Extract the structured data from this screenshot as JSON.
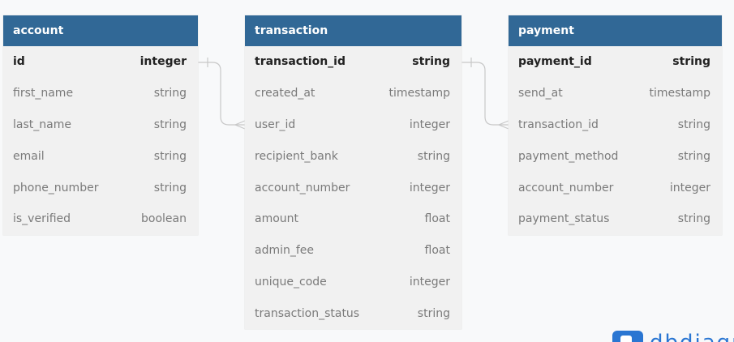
{
  "tables": [
    {
      "name": "account",
      "fields": [
        {
          "name": "id",
          "type": "integer",
          "pk": true
        },
        {
          "name": "first_name",
          "type": "string"
        },
        {
          "name": "last_name",
          "type": "string"
        },
        {
          "name": "email",
          "type": "string"
        },
        {
          "name": "phone_number",
          "type": "string"
        },
        {
          "name": "is_verified",
          "type": "boolean"
        }
      ]
    },
    {
      "name": "transaction",
      "fields": [
        {
          "name": "transaction_id",
          "type": "string",
          "pk": true
        },
        {
          "name": "created_at",
          "type": "timestamp"
        },
        {
          "name": "user_id",
          "type": "integer"
        },
        {
          "name": "recipient_bank",
          "type": "string"
        },
        {
          "name": "account_number",
          "type": "integer"
        },
        {
          "name": "amount",
          "type": "float"
        },
        {
          "name": "admin_fee",
          "type": "float"
        },
        {
          "name": "unique_code",
          "type": "integer"
        },
        {
          "name": "transaction_status",
          "type": "string"
        }
      ]
    },
    {
      "name": "payment",
      "fields": [
        {
          "name": "payment_id",
          "type": "string",
          "pk": true
        },
        {
          "name": "send_at",
          "type": "timestamp"
        },
        {
          "name": "transaction_id",
          "type": "string"
        },
        {
          "name": "payment_method",
          "type": "string"
        },
        {
          "name": "account_number",
          "type": "integer"
        },
        {
          "name": "payment_status",
          "type": "string"
        }
      ]
    }
  ],
  "relations": [
    {
      "from": "account.id",
      "to": "transaction.user_id",
      "from_cardinality": "one",
      "to_cardinality": "many"
    },
    {
      "from": "transaction.transaction_id",
      "to": "payment.transaction_id",
      "from_cardinality": "one",
      "to_cardinality": "many"
    }
  ],
  "colors": {
    "header_bg": "#316896",
    "header_text": "#ffffff",
    "table_bg": "#f1f1f1",
    "pk_text": "#222222",
    "field_text": "#7a7a7a",
    "connector": "#c8c8c8",
    "logo": "#2a76d2"
  },
  "logo": {
    "text": "dbdiagram"
  }
}
